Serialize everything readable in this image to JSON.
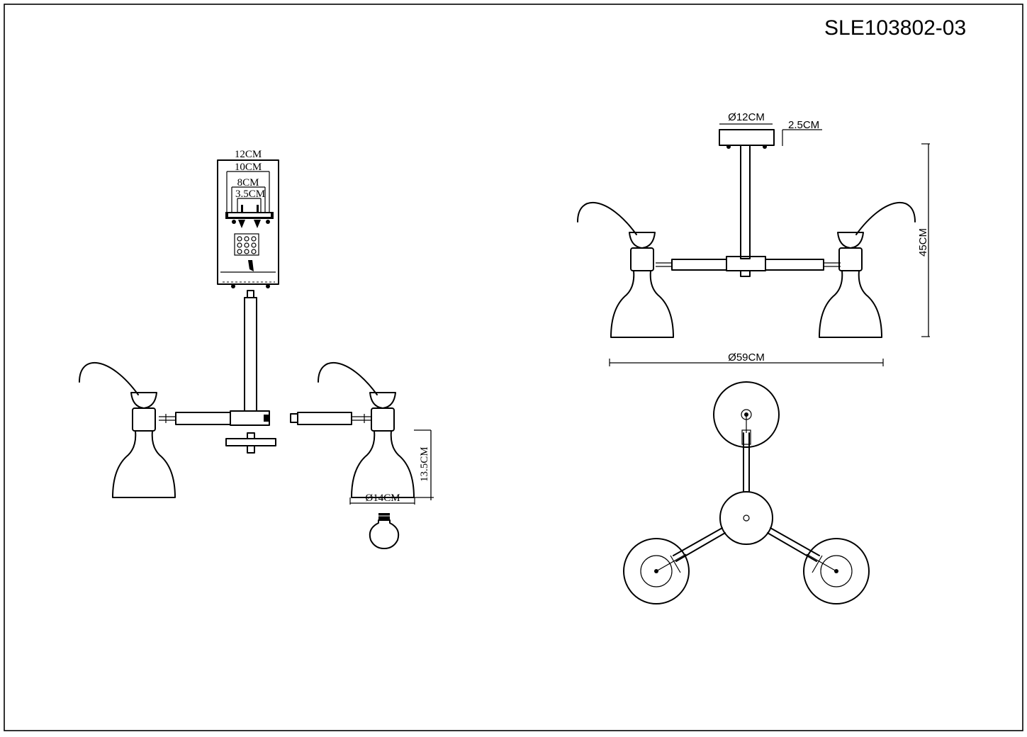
{
  "model_code": "SLE103802-03",
  "dimensions": {
    "plate_width": "12CM",
    "plate_mount_spacing": "10CM",
    "bracket_width": "8CM",
    "screw_spacing": "3.5CM",
    "shade_height": "13.5CM",
    "shade_diameter": "Ø14CM",
    "canopy_diameter": "Ø12CM",
    "canopy_height": "2.5CM",
    "total_height": "45CM",
    "total_diameter": "Ø59CM"
  }
}
